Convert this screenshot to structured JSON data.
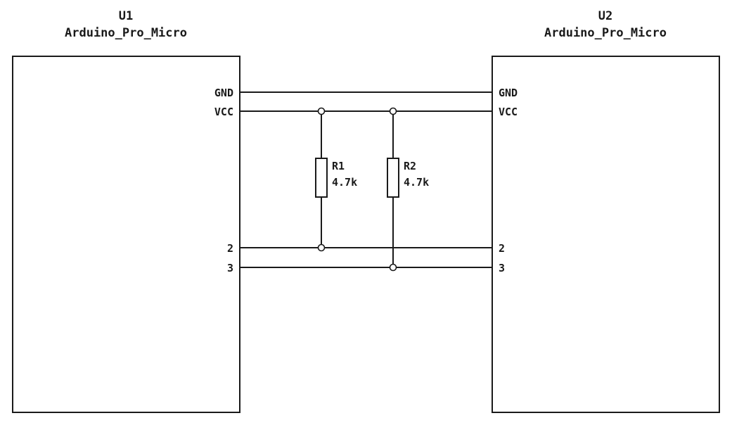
{
  "components": {
    "u1": {
      "ref": "U1",
      "value": "Arduino_Pro_Micro",
      "pins": [
        "GND",
        "VCC",
        "2",
        "3"
      ]
    },
    "u2": {
      "ref": "U2",
      "value": "Arduino_Pro_Micro",
      "pins": [
        "GND",
        "VCC",
        "2",
        "3"
      ]
    },
    "r1": {
      "ref": "R1",
      "value": "4.7k"
    },
    "r2": {
      "ref": "R2",
      "value": "4.7k"
    }
  },
  "colors": {
    "stroke": "#1a1a1a",
    "background": "#ffffff"
  }
}
